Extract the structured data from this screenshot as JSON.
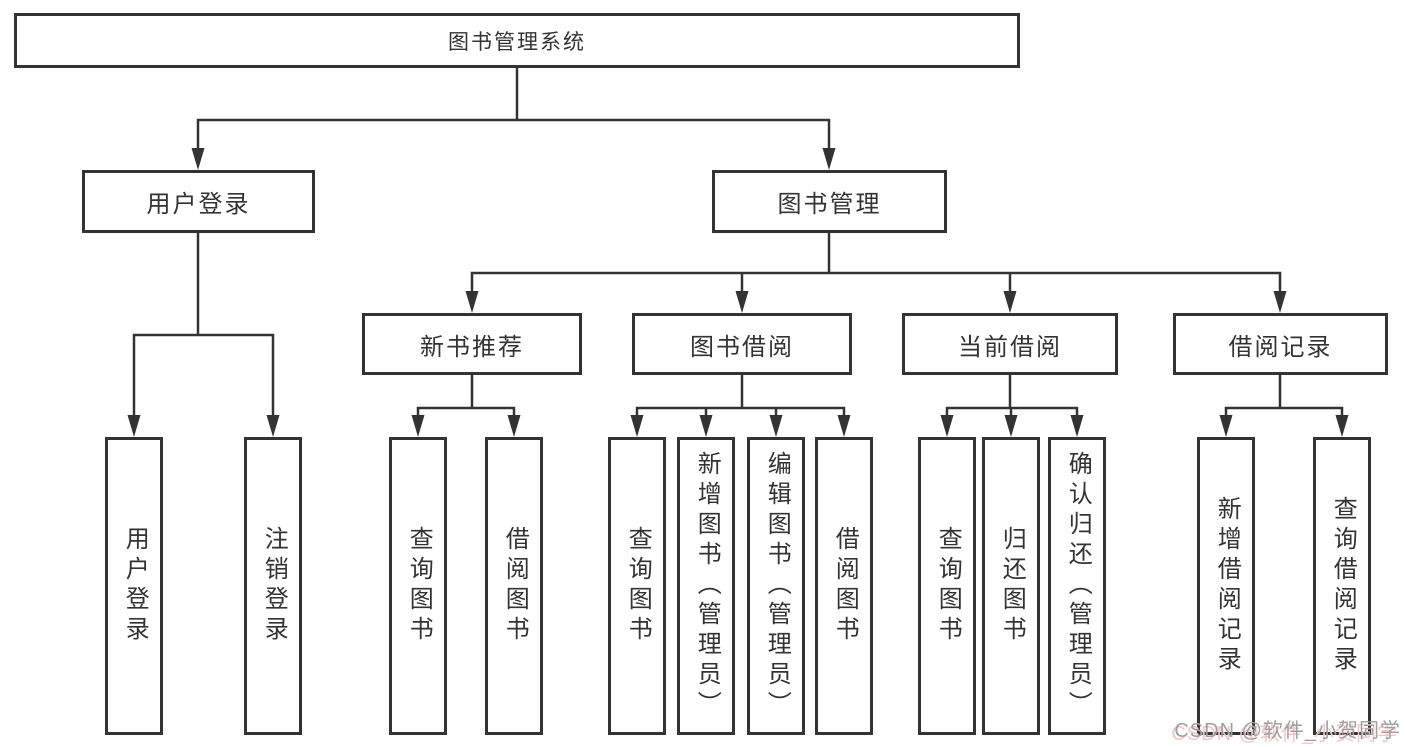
{
  "diagram": {
    "root": {
      "label": "图书管理系统"
    },
    "level2": [
      {
        "label": "用户登录"
      },
      {
        "label": "图书管理"
      }
    ],
    "level3": [
      {
        "label": "新书推荐",
        "parent": "图书管理"
      },
      {
        "label": "图书借阅",
        "parent": "图书管理"
      },
      {
        "label": "当前借阅",
        "parent": "图书管理"
      },
      {
        "label": "借阅记录",
        "parent": "图书管理"
      }
    ],
    "leaves": [
      {
        "label": "用户登录",
        "parent": "用户登录"
      },
      {
        "label": "注销登录",
        "parent": "用户登录"
      },
      {
        "label": "查询图书",
        "parent": "新书推荐"
      },
      {
        "label": "借阅图书",
        "parent": "新书推荐"
      },
      {
        "label": "查询图书",
        "parent": "图书借阅"
      },
      {
        "label": "新增图书（管理员）",
        "parent": "图书借阅"
      },
      {
        "label": "编辑图书（管理员）",
        "parent": "图书借阅"
      },
      {
        "label": "借阅图书",
        "parent": "图书借阅"
      },
      {
        "label": "查询图书",
        "parent": "当前借阅"
      },
      {
        "label": "归还图书",
        "parent": "当前借阅"
      },
      {
        "label": "确认归还（管理员）",
        "parent": "当前借阅"
      },
      {
        "label": "新增借阅记录",
        "parent": "借阅记录"
      },
      {
        "label": "查询借阅记录",
        "parent": "借阅记录"
      }
    ],
    "colors": {
      "line": "#333333",
      "box_border": "#333333",
      "box_fill": "#ffffff",
      "text": "#333333",
      "background": "#ffffff"
    }
  },
  "watermark": {
    "text": "CSDN @软件_小贺同学",
    "color": "#9e9e9e",
    "shadow_color": "#f3c6c6"
  }
}
